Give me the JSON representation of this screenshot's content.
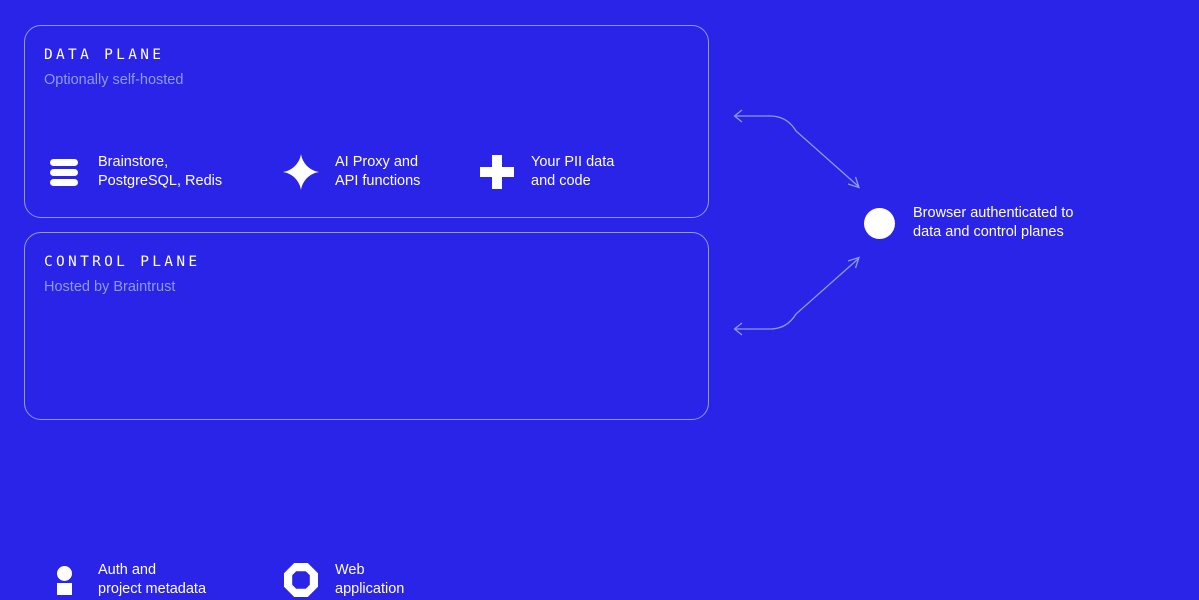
{
  "colors": {
    "background": "#2a23e8",
    "card_border": "#8f9bef",
    "text_primary": "#ffffff",
    "text_muted": "#8f9bef",
    "arrow": "#8f9bef",
    "node": "#ffffff"
  },
  "cards": [
    {
      "title": "DATA PLANE",
      "subtitle": "Optionally self-hosted",
      "features": [
        {
          "icon": "database-stack-icon",
          "label": "Brainstore,\nPostgreSQL, Redis"
        },
        {
          "icon": "sparkle-icon",
          "label": "AI Proxy and\nAPI functions"
        },
        {
          "icon": "plus-icon",
          "label": "Your PII data\nand code"
        }
      ]
    },
    {
      "title": "CONTROL PLANE",
      "subtitle": "Hosted by Braintrust",
      "features": [
        {
          "icon": "person-icon",
          "label": "Auth and\nproject metadata"
        },
        {
          "icon": "octagon-icon",
          "label": "Web\napplication"
        }
      ]
    }
  ],
  "connector": {
    "node_icon": "circle-node-icon",
    "label": "Browser authenticated to\ndata and control planes"
  }
}
